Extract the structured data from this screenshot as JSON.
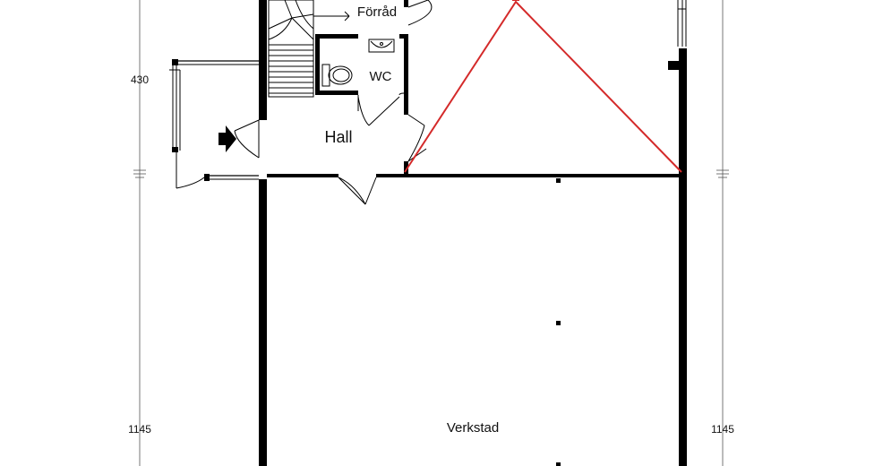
{
  "rooms": {
    "forrad": "Förråd",
    "wc": "WC",
    "hall": "Hall",
    "verkstad": "Verkstad"
  },
  "dimensions": {
    "left_upper": "430",
    "left_lower": "1145",
    "right_lower": "1145"
  },
  "colors": {
    "walls": "#000000",
    "highlight": "#d42a2a"
  }
}
